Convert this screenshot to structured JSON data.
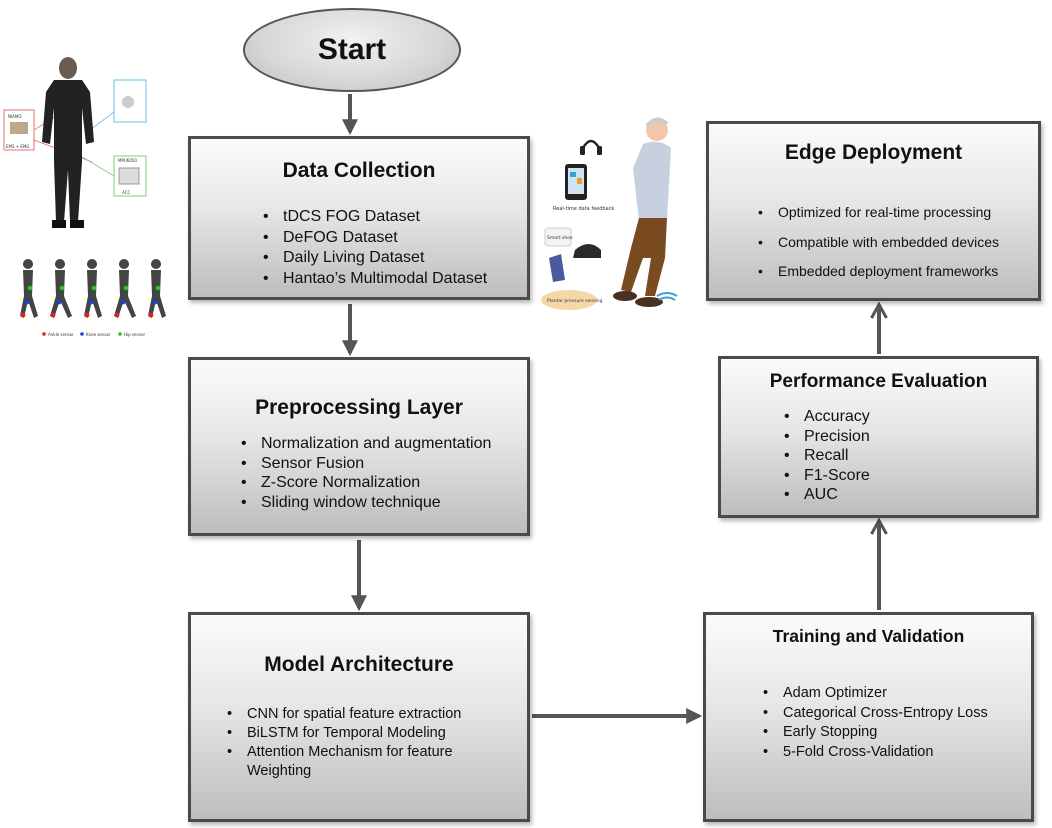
{
  "start": {
    "label": "Start"
  },
  "data_collection": {
    "title": "Data Collection",
    "items": [
      "tDCS FOG Dataset",
      "DeFOG Dataset",
      "Daily Living Dataset",
      "Hantao’s Multimodal Dataset"
    ]
  },
  "preprocessing": {
    "title": "Preprocessing Layer",
    "items": [
      "Normalization and augmentation",
      "Sensor Fusion",
      "Z-Score Normalization",
      "Sliding window technique"
    ]
  },
  "model_architecture": {
    "title": "Model Architecture",
    "items": [
      "CNN for spatial feature extraction",
      "BiLSTM for Temporal Modeling",
      "Attention Mechanism for feature",
      "Weighting"
    ]
  },
  "training_validation": {
    "title": "Training and Validation",
    "items": [
      "Adam Optimizer",
      "Categorical Cross-Entropy Loss",
      "Early Stopping",
      "5-Fold Cross-Validation"
    ]
  },
  "performance_evaluation": {
    "title": "Performance Evaluation",
    "items": [
      "Accuracy",
      "Precision",
      "Recall",
      "F1-Score",
      "AUC"
    ]
  },
  "edge_deployment": {
    "title": "Edge Deployment",
    "items": [
      "Optimized for real-time processing",
      "Compatible with embedded devices",
      "Embedded deployment frameworks"
    ]
  },
  "figures": {
    "wearable_sensors": {
      "labels": [
        "NIAMO",
        "EMS + EMG",
        "MPU6050",
        "ACC"
      ]
    },
    "gait_sequence": {
      "legend": [
        "Ankle sensor",
        "Knee sensor",
        "Hip sensor"
      ]
    },
    "smart_shoe": {
      "labels": [
        "Real-time data feedback",
        "Smart shoe",
        "Plantar pressure sensing"
      ]
    }
  },
  "colors": {
    "box_border": "#4a4a4a",
    "arrow": "#555555",
    "ankle_sensor": "#e02020",
    "knee_sensor": "#2040d0",
    "hip_sensor": "#30c030"
  }
}
